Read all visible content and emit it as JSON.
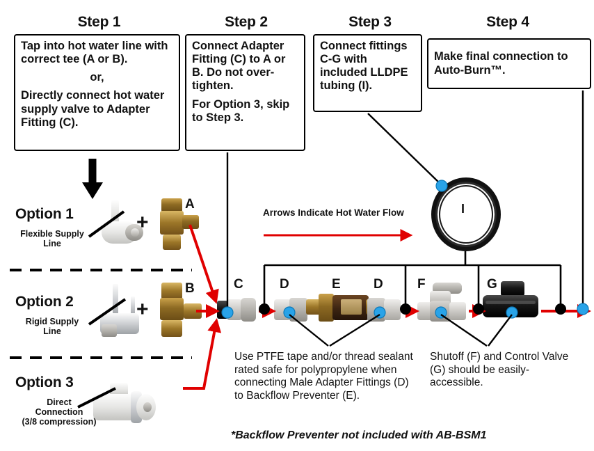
{
  "steps": [
    {
      "title": "Step 1",
      "lines": [
        "Tap into hot water line with correct tee (A or B).",
        "or,",
        "Directly connect hot water supply valve to Adapter Fitting (C)."
      ]
    },
    {
      "title": "Step 2",
      "lines": [
        "Connect Adapter Fitting (C) to A or B. Do not over-tighten.",
        "For Option 3, skip to Step 3."
      ]
    },
    {
      "title": "Step 3",
      "lines": [
        "Connect fittings C-G with included LLDPE tubing (I)."
      ]
    },
    {
      "title": "Step 4",
      "lines": [
        "Make final connection to Auto-Burn™."
      ]
    }
  ],
  "options": [
    {
      "name": "Option 1",
      "sub_line1": "Flexible Supply",
      "sub_line2": "Line",
      "plus": "+",
      "letter": "A"
    },
    {
      "name": "Option 2",
      "sub_line1": "Rigid Supply",
      "sub_line2": "Line",
      "plus": "+",
      "letter": "B"
    },
    {
      "name": "Option 3",
      "sub_line1": "Direct",
      "sub_line2": "Connection",
      "sub_line3": "(3/8 compression)"
    }
  ],
  "assembly": {
    "letters": [
      "C",
      "D",
      "E",
      "D",
      "F",
      "G"
    ],
    "tubing_letter": "I"
  },
  "flow_note": "Arrows Indicate Hot Water Flow",
  "captions": {
    "sealant": "Use PTFE tape and/or thread sealant rated safe for polypropylene when connecting Male Adapter Fittings (D) to Backflow Preventer (E).",
    "valves": "Shutoff (F) and Control Valve (G) should be easily-accessible."
  },
  "footnote": "*Backflow Preventer not included with AB-BSM1",
  "colors": {
    "flow_arrow": "#e00000",
    "connector_dot": "#29a3e8",
    "leader_dot": "#000000",
    "outline": "#000000"
  }
}
